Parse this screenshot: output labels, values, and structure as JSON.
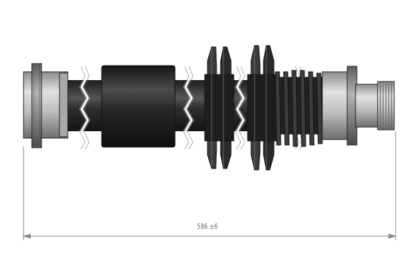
{
  "drawing": {
    "dimension_text": "586 ±6",
    "colors": {
      "hose": "#2b2b2b",
      "hose_highlight": "#5a5a5a",
      "fitting_light": "#d2d2d2",
      "fitting_mid": "#9a9a9a",
      "fitting_dark": "#5f5f5f",
      "outline": "#222222",
      "dimension_line": "#8a8a8a",
      "background": "#ffffff"
    },
    "components": [
      {
        "name": "left-end-fitting"
      },
      {
        "name": "hose-segment"
      },
      {
        "name": "protective-sleeve"
      },
      {
        "name": "bracket-clip"
      },
      {
        "name": "bellows-boot"
      },
      {
        "name": "right-end-fitting"
      },
      {
        "name": "threaded-nipple"
      }
    ]
  }
}
